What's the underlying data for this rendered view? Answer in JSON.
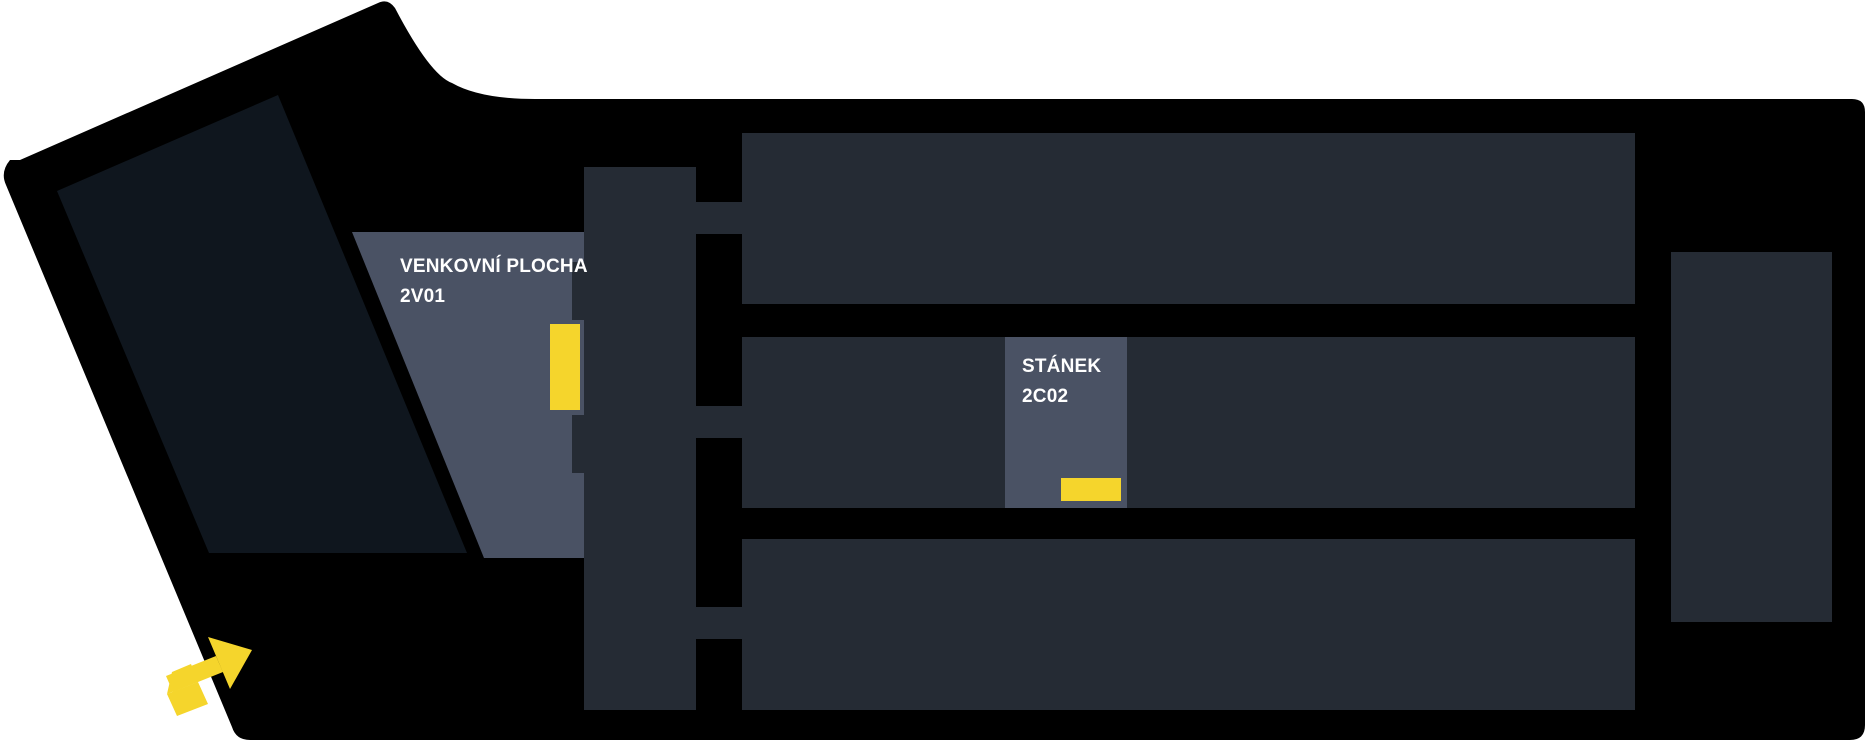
{
  "map": {
    "colors": {
      "background": "#ffffff",
      "building": "#000000",
      "outdoor_dark": "#0f161e",
      "hall": "#252b34",
      "selected_zone": "#4a5264",
      "marker": "#f5d52c",
      "label_text": "#ffffff"
    },
    "areas": {
      "outdoor": {
        "title": "VENKOVNÍ PLOCHA",
        "code": "2V01"
      },
      "stand": {
        "title": "STÁNEK",
        "code": "2C02"
      }
    },
    "icons": {
      "entrance": "entrance-arrow-icon"
    }
  }
}
